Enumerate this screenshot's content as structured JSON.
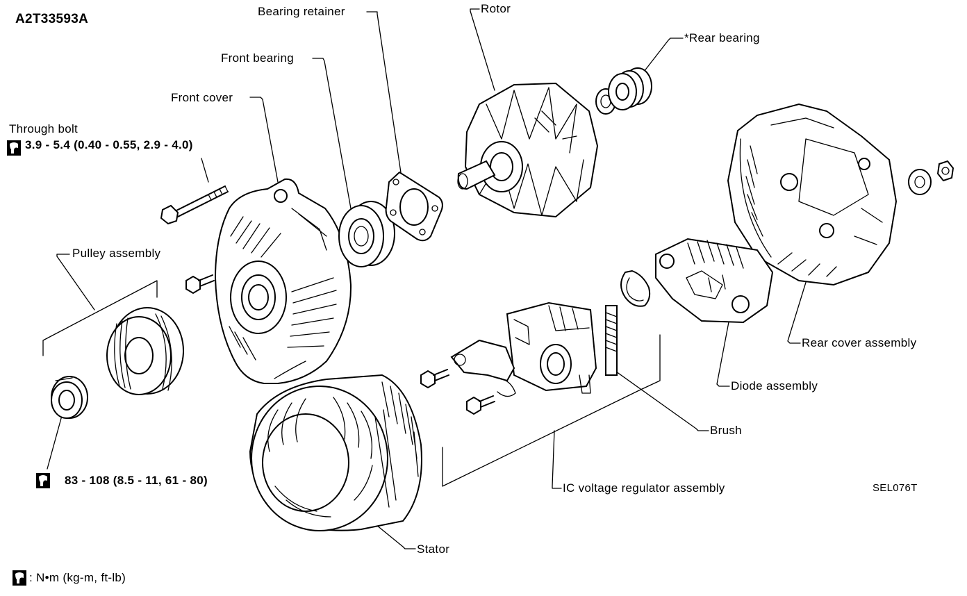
{
  "diagram": {
    "code_top": "A2T33593A",
    "code_bottom": "SEL076T",
    "torque_legend": ": N•m (kg-m, ft-lb)",
    "labels": {
      "bearing_retainer": "Bearing retainer",
      "rotor": "Rotor",
      "rear_bearing": "*Rear bearing",
      "front_bearing": "Front bearing",
      "front_cover": "Front cover",
      "through_bolt": "Through bolt",
      "through_bolt_torque": "3.9 - 5.4 (0.40 - 0.55, 2.9 - 4.0)",
      "pulley_assembly": "Pulley assembly",
      "pulley_torque": "83 - 108 (8.5 - 11, 61 - 80)",
      "rear_cover_assembly": "Rear cover assembly",
      "diode_assembly": "Diode assembly",
      "brush": "Brush",
      "ic_regulator": "IC voltage regulator assembly",
      "stator": "Stator"
    },
    "icons": [
      "torque-wrench-icon"
    ]
  }
}
